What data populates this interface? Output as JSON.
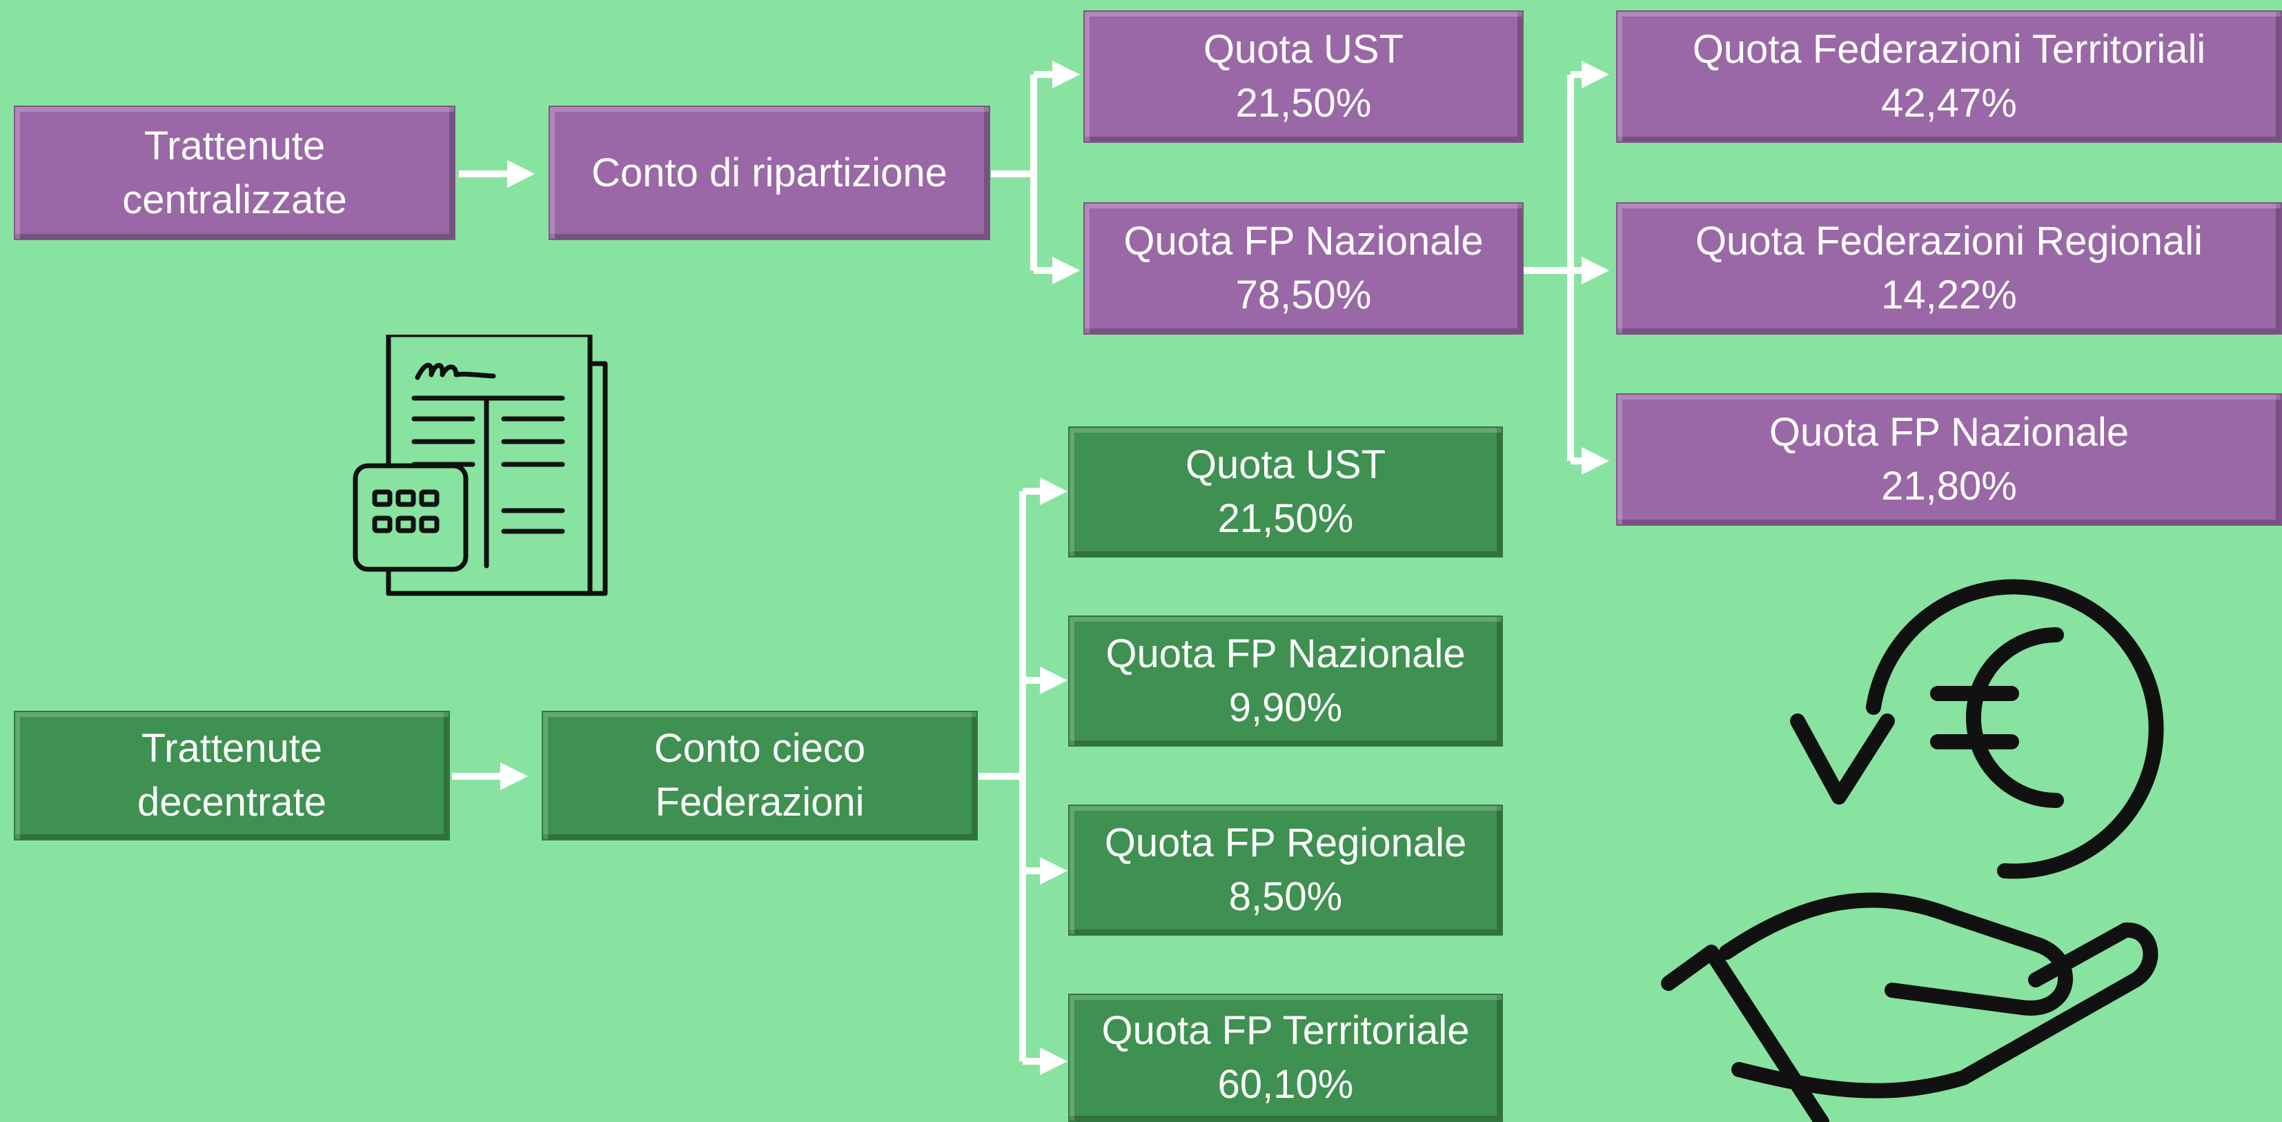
{
  "centralized": {
    "source": "Trattenute centralizzate",
    "account": "Conto di ripartizione",
    "level1": [
      {
        "name": "Quota UST",
        "pct": "21,50%"
      },
      {
        "name": "Quota FP Nazionale",
        "pct": "78,50%"
      }
    ],
    "level2": [
      {
        "name": "Quota Federazioni Territoriali",
        "pct": "42,47%"
      },
      {
        "name": "Quota Federazioni Regionali",
        "pct": "14,22%"
      },
      {
        "name": "Quota FP Nazionale",
        "pct": "21,80%"
      }
    ]
  },
  "decentralized": {
    "source": "Trattenute decentrate",
    "account": "Conto cieco Federazioni",
    "shares": [
      {
        "name": "Quota UST",
        "pct": "21,50%"
      },
      {
        "name": "Quota FP Nazionale",
        "pct": "9,90%"
      },
      {
        "name": "Quota FP Regionale",
        "pct": "8,50%"
      },
      {
        "name": "Quota FP Territoriale",
        "pct": "60,10%"
      }
    ]
  },
  "colors": {
    "background": "#88e3a0",
    "purple": "#9a68a6",
    "green": "#3e9150",
    "connector": "#ffffff"
  },
  "icons": [
    "document-calculator-icon",
    "euro-refund-hand-icon"
  ]
}
